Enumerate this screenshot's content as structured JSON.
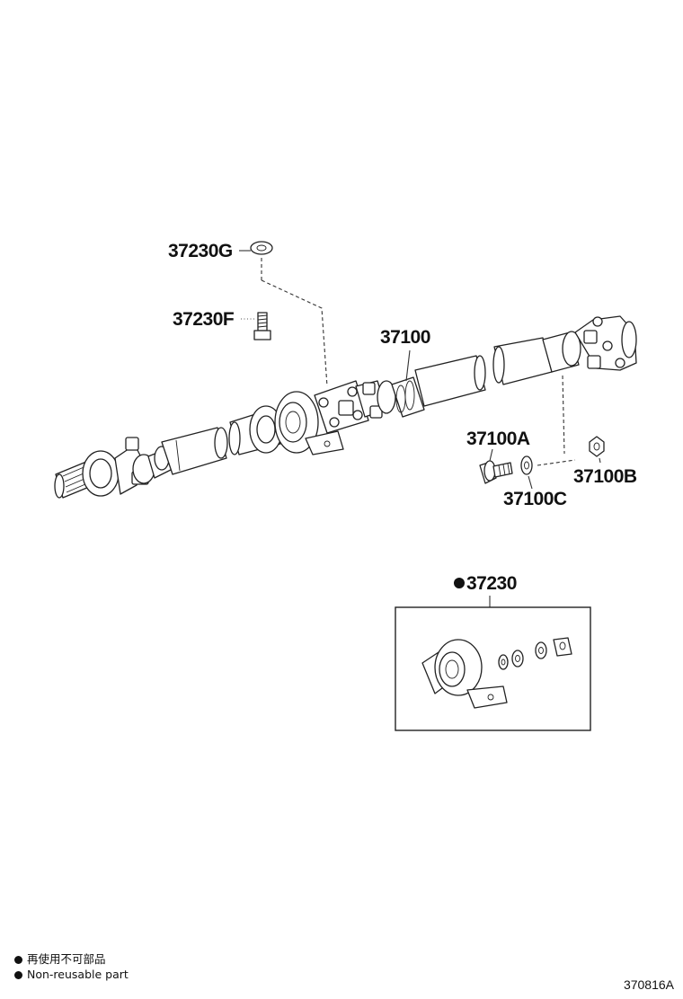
{
  "parts": {
    "p37230G": "37230G",
    "p37230F": "37230F",
    "p37100": "37100",
    "p37100A": "37100A",
    "p37100B": "37100B",
    "p37100C": "37100C",
    "p37230": "37230"
  },
  "legend": {
    "line1": "再使用不可部品",
    "line2": "Non-reusable part",
    "marker": "black-dot-icon"
  },
  "figure_code": "370816A",
  "non_reusable_parts": [
    "37230"
  ]
}
